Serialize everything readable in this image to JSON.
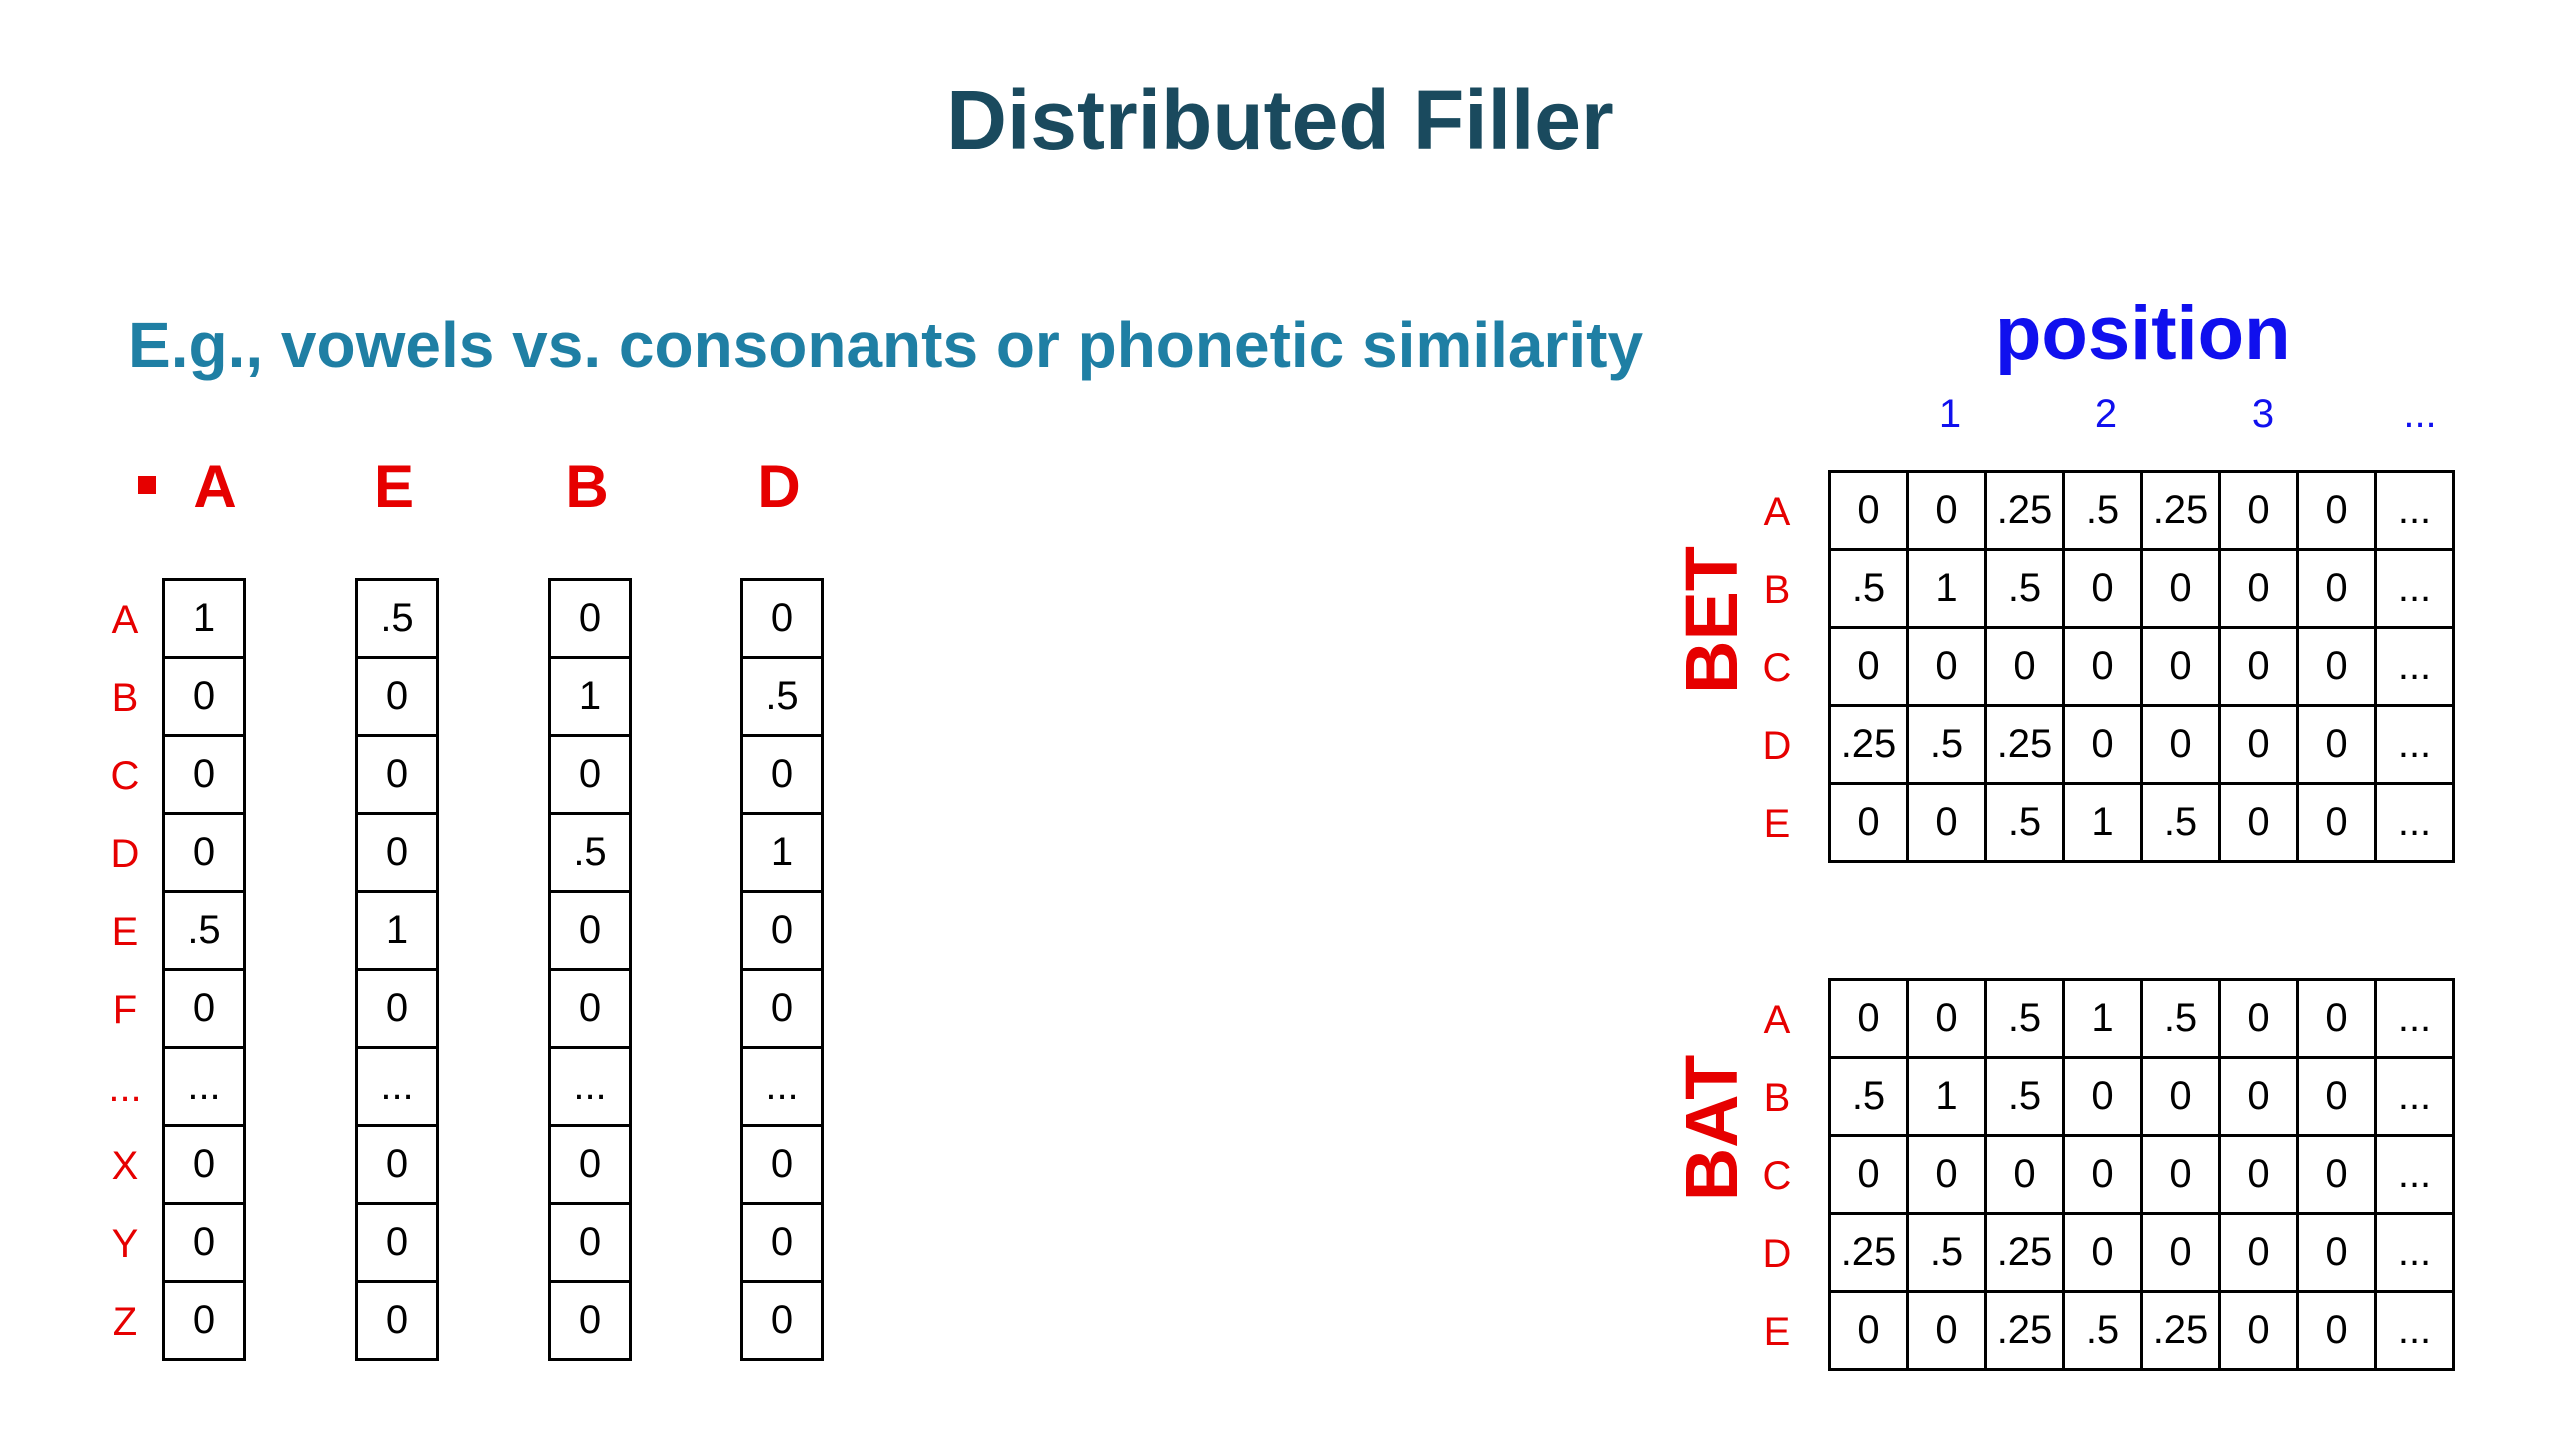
{
  "title": "Distributed Filler",
  "subtitle": "E.g., vowels vs. consonants or phonetic similarity",
  "letter_vectors": {
    "row_labels": [
      "A",
      "B",
      "C",
      "D",
      "E",
      "F",
      "...",
      "X",
      "Y",
      "Z"
    ],
    "vectors": [
      {
        "label": "A",
        "values": [
          "1",
          "0",
          "0",
          "0",
          ".5",
          "0",
          "...",
          "0",
          "0",
          "0"
        ]
      },
      {
        "label": "E",
        "values": [
          ".5",
          "0",
          "0",
          "0",
          "1",
          "0",
          "...",
          "0",
          "0",
          "0"
        ]
      },
      {
        "label": "B",
        "values": [
          "0",
          "1",
          "0",
          ".5",
          "0",
          "0",
          "...",
          "0",
          "0",
          "0"
        ]
      },
      {
        "label": "D",
        "values": [
          "0",
          ".5",
          "0",
          "1",
          "0",
          "0",
          "...",
          "0",
          "0",
          "0"
        ]
      }
    ]
  },
  "position_matrices": {
    "header": "position",
    "columns": [
      "1",
      "2",
      "3",
      "..."
    ],
    "row_labels": [
      "A",
      "B",
      "C",
      "D",
      "E"
    ],
    "words": [
      {
        "word": "BET",
        "rows": [
          [
            "0",
            "0",
            ".25",
            ".5",
            ".25",
            "0",
            "0",
            "..."
          ],
          [
            ".5",
            "1",
            ".5",
            "0",
            "0",
            "0",
            "0",
            "..."
          ],
          [
            "0",
            "0",
            "0",
            "0",
            "0",
            "0",
            "0",
            "..."
          ],
          [
            ".25",
            ".5",
            ".25",
            "0",
            "0",
            "0",
            "0",
            "..."
          ],
          [
            "0",
            "0",
            ".5",
            "1",
            ".5",
            "0",
            "0",
            "..."
          ]
        ]
      },
      {
        "word": "BAT",
        "rows": [
          [
            "0",
            "0",
            ".5",
            "1",
            ".5",
            "0",
            "0",
            "..."
          ],
          [
            ".5",
            "1",
            ".5",
            "0",
            "0",
            "0",
            "0",
            "..."
          ],
          [
            "0",
            "0",
            "0",
            "0",
            "0",
            "0",
            "0",
            "..."
          ],
          [
            ".25",
            ".5",
            ".25",
            "0",
            "0",
            "0",
            "0",
            "..."
          ],
          [
            "0",
            "0",
            ".25",
            ".5",
            ".25",
            "0",
            "0",
            "..."
          ]
        ]
      }
    ]
  },
  "colors": {
    "title": "#1a4a5e",
    "subtitle": "#1f7fa4",
    "label_red": "#e60000",
    "position_blue": "#1010ee"
  }
}
